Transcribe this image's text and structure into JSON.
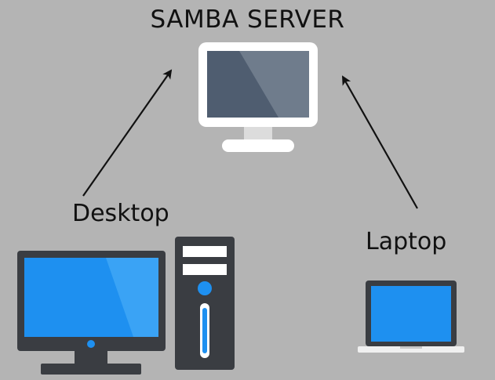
{
  "nodes": {
    "server": {
      "label": "SAMBA SERVER"
    },
    "desktop": {
      "label": "Desktop"
    },
    "laptop": {
      "label": "Laptop"
    }
  },
  "colors": {
    "background": "#b4b4b4",
    "frame_white": "#ffffff",
    "server_screen": "#4f5d70",
    "device_dark": "#3a3d42",
    "screen_blue": "#1e90f0",
    "arrow": "#111111",
    "text": "#111111"
  }
}
